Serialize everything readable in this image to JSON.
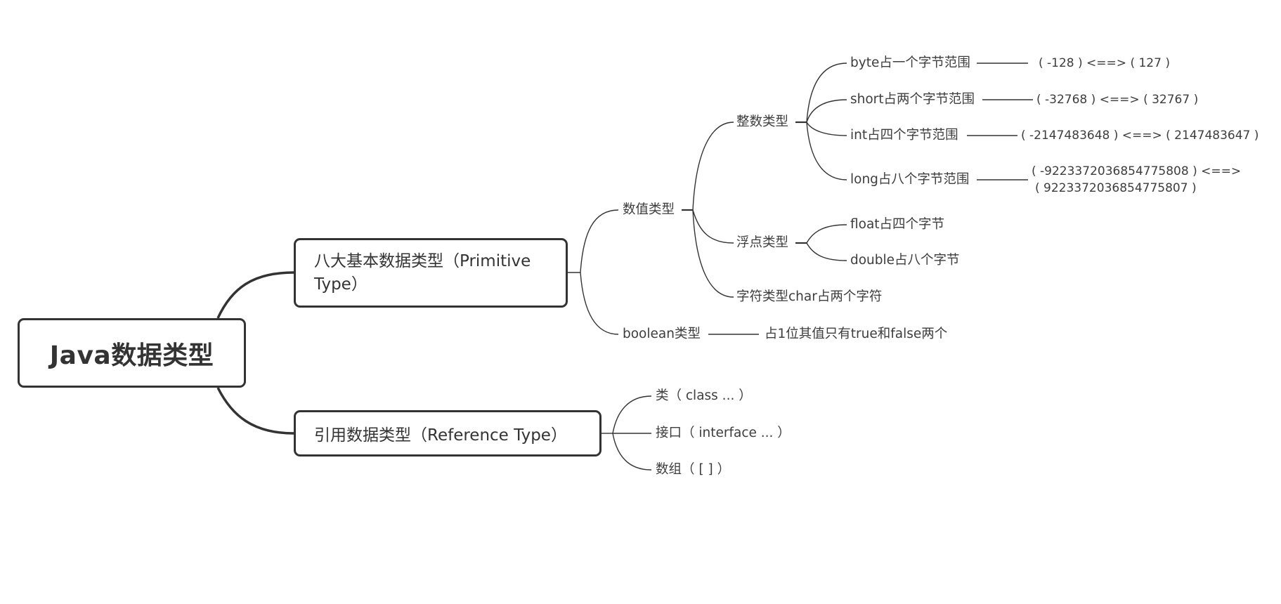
{
  "title": "Java数据类型",
  "root": {
    "label": "Java数据类型"
  },
  "branches": {
    "primitive": {
      "label": "八大基本数据类型（Primitive Type）",
      "numeric": {
        "label": "数值类型",
        "integer": {
          "label": "整数类型",
          "items": [
            {
              "label": "byte占一个字节范围",
              "range": "( -128 ) <==> ( 127 )"
            },
            {
              "label": "short占两个字节范围",
              "range": "( -32768 ) <==> ( 32767 )"
            },
            {
              "label": "int占四个字节范围",
              "range": "( -2147483648 ) <==> ( 2147483647 )"
            },
            {
              "label": "long占八个字节范围",
              "range_line1": "( -9223372036854775808 ) <==>",
              "range_line2": "( 9223372036854775807 )"
            }
          ]
        },
        "float": {
          "label": "浮点类型",
          "items": [
            {
              "label": "float占四个字节"
            },
            {
              "label": "double占八个字节"
            }
          ]
        },
        "char": {
          "label": "字符类型char占两个字符"
        }
      },
      "boolean": {
        "label": "boolean类型",
        "detail": "占1位其值只有true和false两个"
      }
    },
    "reference": {
      "label": "引用数据类型（Reference Type）",
      "items": [
        {
          "label": "类（ class ... ）"
        },
        {
          "label": "接口（ interface ... ）"
        },
        {
          "label": "数组（ [ ] ）"
        }
      ]
    }
  },
  "colors": {
    "line": "#333333",
    "text": "#3d3d3d",
    "background": "#ffffff"
  }
}
